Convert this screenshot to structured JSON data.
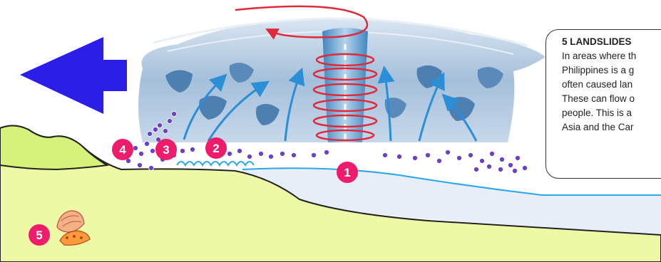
{
  "diagram": {
    "colors": {
      "land": "#eef9a6",
      "hill": "#d7f27a",
      "sea": "#e7eef8",
      "water_line": "#2ba6e8",
      "cloud": "#b9cde3",
      "arrow_red": "#e02a3a",
      "arrow_blue": "#2b8ed6",
      "big_arrow": "#2b1ee6",
      "marker": "#ee1c6a"
    },
    "markers": [
      {
        "number": "1"
      },
      {
        "number": "2"
      },
      {
        "number": "3"
      },
      {
        "number": "4"
      },
      {
        "number": "5"
      }
    ],
    "info_box": {
      "title": "5 LANDSLIDES",
      "lines": [
        "In areas where th",
        "Philippines is a g",
        "often caused lan",
        "These can flow o",
        "people. This is a",
        "Asia and the Car"
      ]
    },
    "icons": [
      "wind-direction-arrow-icon",
      "landslide-icon",
      "rain-drop-icon",
      "wave-icon"
    ]
  }
}
